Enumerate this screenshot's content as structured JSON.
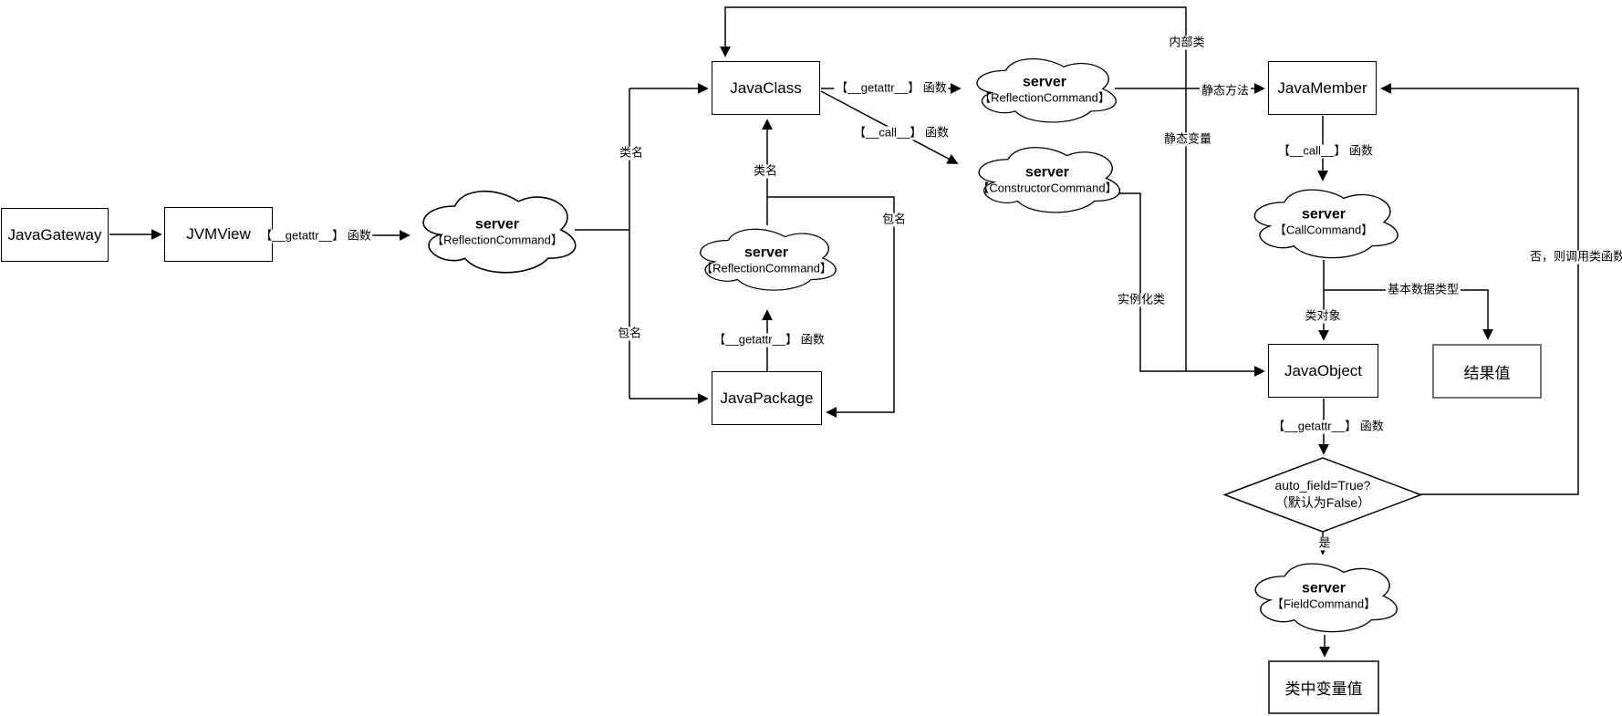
{
  "nodes": {
    "java_gateway": "JavaGateway",
    "jvm_view": "JVMView",
    "java_class": "JavaClass",
    "java_package": "JavaPackage",
    "java_member": "JavaMember",
    "java_object": "JavaObject",
    "result_value": "结果值",
    "class_var_value": "类中变量值"
  },
  "decision": {
    "line1": "auto_field=True?",
    "line2": "（默认为False）"
  },
  "clouds": {
    "reflection_left": {
      "title": "server",
      "subtitle": "【ReflectionCommand】"
    },
    "reflection_mid": {
      "title": "server",
      "subtitle": "【ReflectionCommand】"
    },
    "reflection_top": {
      "title": "server",
      "subtitle": "【ReflectionCommand】"
    },
    "constructor": {
      "title": "server",
      "subtitle": "【ConstructorCommand】"
    },
    "call": {
      "title": "server",
      "subtitle": "【CallCommand】"
    },
    "field": {
      "title": "server",
      "subtitle": "【FieldCommand】"
    }
  },
  "edge_labels": {
    "getattr_jvmview": "【__getattr__】 函数",
    "class_name_left": "类名",
    "package_name_left": "包名",
    "class_name_mid": "类名",
    "package_name_mid": "包名",
    "getattr_package": "【__getattr__】 函数",
    "getattr_class": "【__getattr__】 函数",
    "call_class": "【__call__】 函数",
    "inner_class": "内部类",
    "static_method": "静态方法",
    "static_var": "静态变量",
    "call_member": "【__call__】 函数",
    "basic_type": "基本数据类型",
    "class_object": "类对象",
    "instantiate": "实例化类",
    "else_call": "否，则调用类函数",
    "getattr_object": "【__getattr__】 函数",
    "yes": "是"
  },
  "colors": {
    "line": "#000000",
    "node_border": "#000000",
    "result_border": "#757575",
    "classvar_border": "#424242",
    "background": "#ffffff"
  }
}
